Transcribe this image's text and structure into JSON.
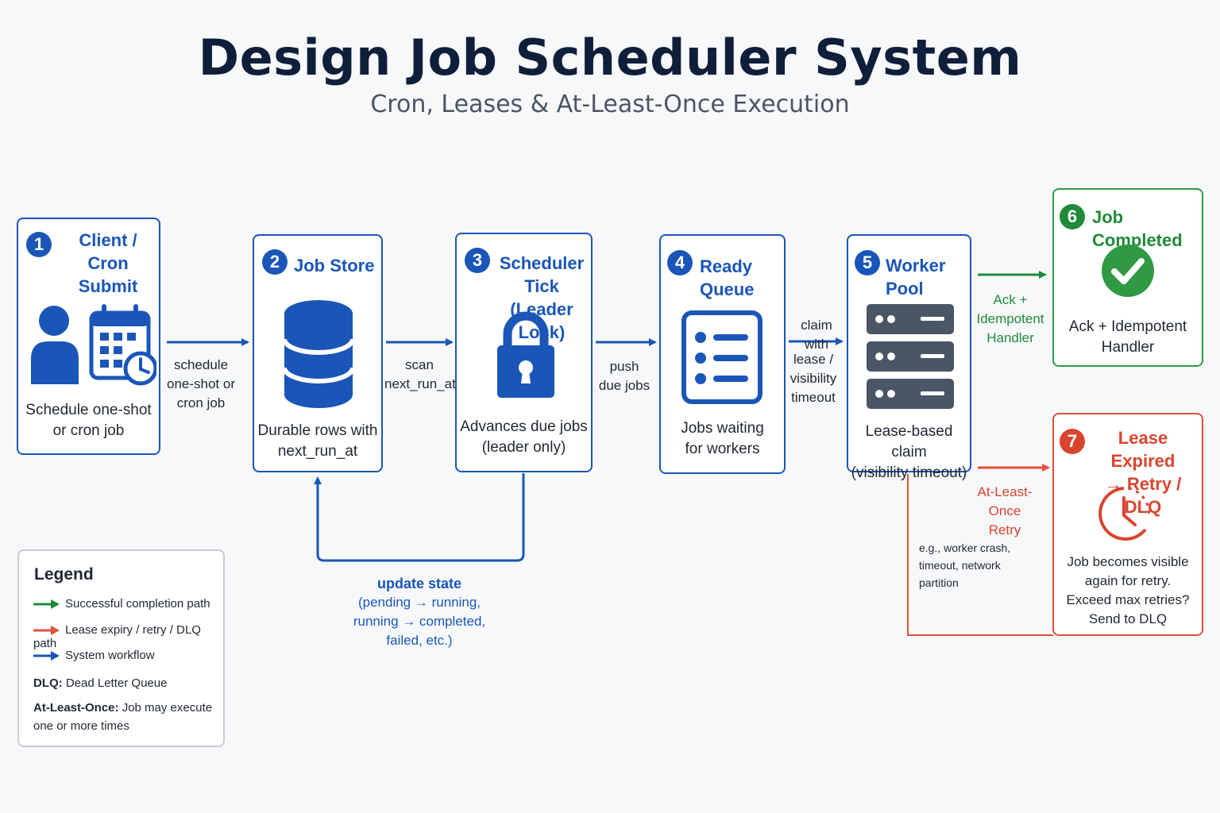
{
  "header": {
    "title": "Design Job Scheduler System",
    "subtitle": "Cron, Leases & At-Least-Once Execution"
  },
  "steps": [
    {
      "num": "1",
      "title_l1": "Client /",
      "title_l2": "Cron Submit",
      "desc_l1": "Schedule one-shot",
      "desc_l2": "or cron job",
      "icon": "user-calendar-icon"
    },
    {
      "num": "2",
      "title": "Job Store",
      "desc_l1": "Durable rows with",
      "desc_l2": "next_run_at",
      "icon": "database-icon"
    },
    {
      "num": "3",
      "title_l1": "Scheduler Tick",
      "title_l2": "(Leader Lock)",
      "desc_l1": "Advances due jobs",
      "desc_l2": "(leader only)",
      "icon": "lock-icon"
    },
    {
      "num": "4",
      "title": "Ready Queue",
      "desc_l1": "Jobs waiting",
      "desc_l2": "for workers",
      "icon": "list-icon"
    },
    {
      "num": "5",
      "title": "Worker Pool",
      "desc_l1": "Lease-based claim",
      "desc_l2": "(visibility timeout)",
      "icon": "server-icon"
    },
    {
      "num": "6",
      "title": "Job Completed",
      "desc_l1": "Ack + Idempotent",
      "desc_l2": "Handler",
      "icon": "check-circle-icon"
    },
    {
      "num": "7",
      "title_l1": "Lease Expired",
      "title_l2": "→ Retry / DLQ",
      "desc_l1": "Job becomes visible",
      "desc_l2": "again for retry.",
      "desc_l3": "Exceed max retries?",
      "desc_l4": "Send to DLQ",
      "icon": "clock-icon"
    }
  ],
  "edges": {
    "e1": [
      "schedule",
      "one-shot or",
      "cron job"
    ],
    "e2": [
      "scan",
      "next_run_at"
    ],
    "e3": [
      "push",
      "due jobs"
    ],
    "e4_top": "claim with",
    "e4_bottom": [
      "lease /",
      "visibility",
      "timeout"
    ],
    "e5": [
      "Ack +",
      "Idempotent",
      "Handler"
    ],
    "e6": [
      "At-Least-Once",
      "Retry"
    ],
    "failure_note": [
      "e.g., worker crash,",
      "timeout, network",
      "partition"
    ],
    "update_title": "update state",
    "update_lines": [
      "(pending → running,",
      "running → completed,",
      "failed, etc.)"
    ]
  },
  "legend": {
    "title": "Legend",
    "rows": [
      {
        "label": "Successful completion path",
        "color": "#1f8a3a"
      },
      {
        "label": "Lease expiry / retry / DLQ path",
        "color": "#e0503b"
      },
      {
        "label": "System workflow",
        "color": "#1a56b8"
      }
    ],
    "dlq_term": "DLQ:",
    "dlq_def": "Dead Letter Queue",
    "alo_term": "At-Least-Once:",
    "alo_def_l1": "Job may execute",
    "alo_def_l2": "one or more times"
  },
  "colors": {
    "blue": "#1a56b8",
    "green": "#1f8a3a",
    "red": "#d9442e",
    "gray": "#4a5566"
  }
}
